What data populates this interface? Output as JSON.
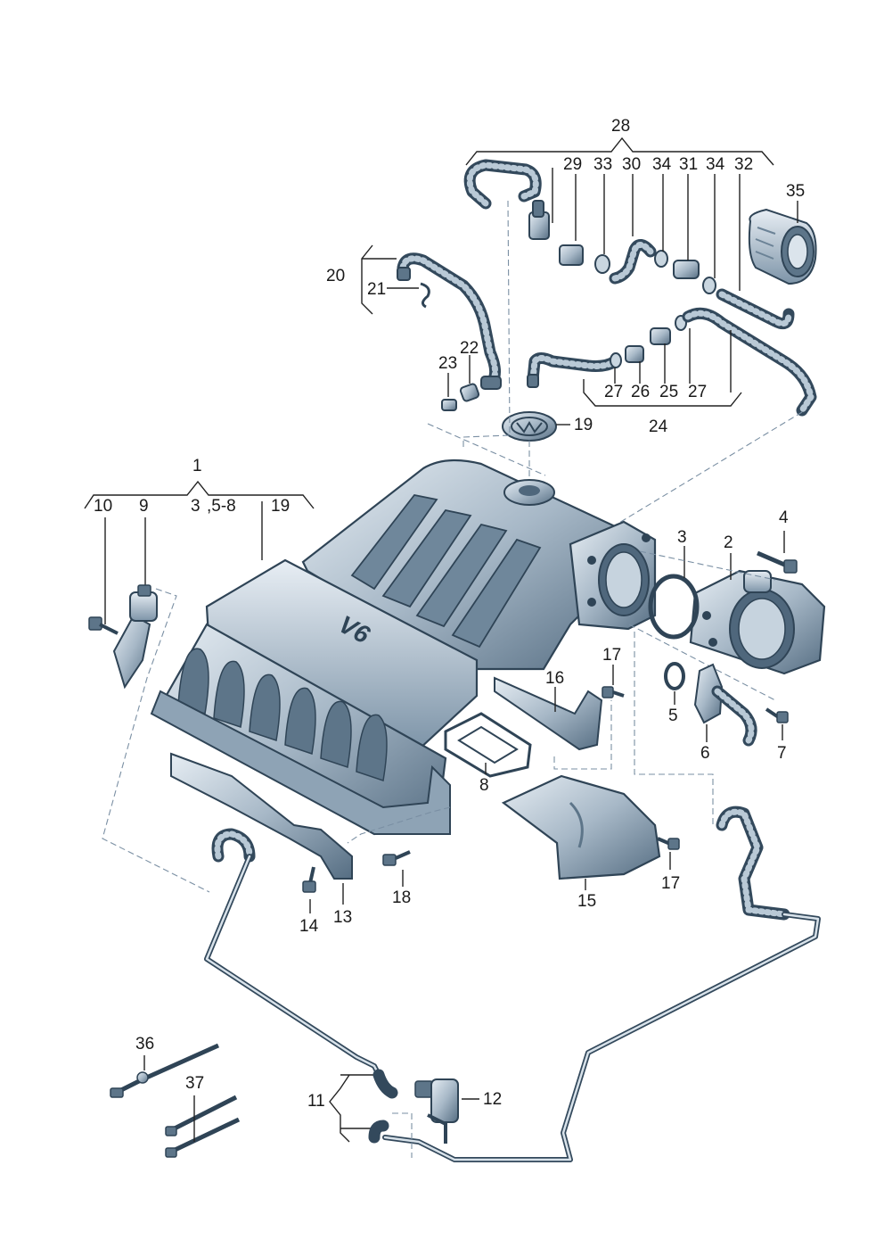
{
  "labels": {
    "l1": "1",
    "l2": "2",
    "l3a": "3",
    "l3b": "3",
    "l4": "4",
    "l5": "5",
    "l6": "6",
    "l7": "7",
    "l8": "8",
    "l9": "9",
    "l10": "10",
    "l11": "11",
    "l12": "12",
    "l13": "13",
    "l14": "14",
    "l15": "15",
    "l16": "16",
    "l17a": "17",
    "l17b": "17",
    "l18": "18",
    "l19a": "19",
    "l19b": "19",
    "l20": "20",
    "l21": "21",
    "l22": "22",
    "l23": "23",
    "l24": "24",
    "l25": "25",
    "l26": "26",
    "l27a": "27",
    "l27b": "27",
    "l28": "28",
    "l29": "29",
    "l30": "30",
    "l31": "31",
    "l32": "32",
    "l33": "33",
    "l34a": "34",
    "l34b": "34",
    "l35": "35",
    "l36": "36",
    "l37": "37",
    "l58": ",5-8"
  },
  "badge_text": "V6",
  "colors": {
    "metal_light": "#dfe7ee",
    "metal_mid": "#9fb2c2",
    "metal_dark": "#4f677c",
    "line": "#2f4456"
  }
}
